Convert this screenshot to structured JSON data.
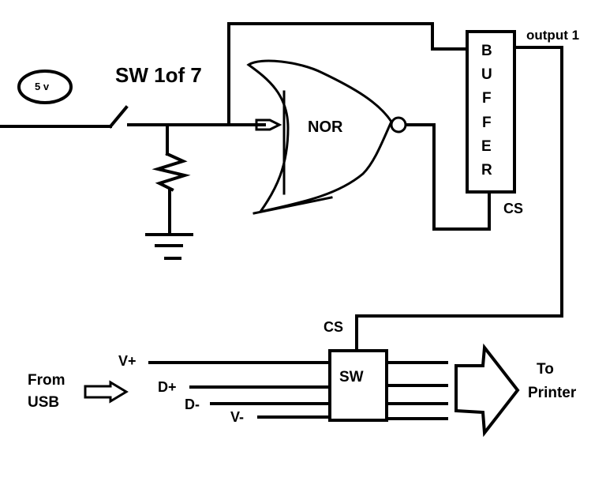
{
  "labels": {
    "supply": "5 v",
    "switch": "SW 1of 7",
    "gate": "NOR",
    "buffer_letters": [
      "B",
      "U",
      "F",
      "F",
      "E",
      "R"
    ],
    "buffer_output": "output 1",
    "buffer_cs": "CS",
    "sw_cs": "CS",
    "sw_block": "SW",
    "from_usb_line1": "From",
    "from_usb_line2": "USB",
    "v_plus": "V+",
    "d_plus": "D+",
    "d_minus": "D-",
    "v_minus": "V-",
    "to_printer_line1": "To",
    "to_printer_line2": "Printer"
  }
}
